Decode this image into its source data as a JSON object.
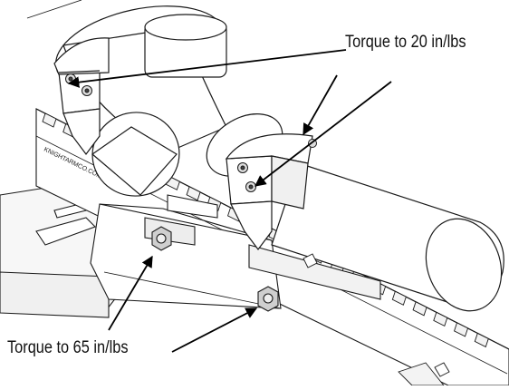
{
  "callouts": {
    "top": "Torque to 20 in/lbs",
    "bottom": "Torque to 65 in/lbs"
  },
  "engravings": {
    "rail_side": "KNIGHTARMCO.COM"
  },
  "colors": {
    "line": "#1a1a1a",
    "metal": "#ffffff",
    "shade": "#e9e9e9",
    "screw": "#c8c8c8",
    "arrow": "#000000"
  }
}
